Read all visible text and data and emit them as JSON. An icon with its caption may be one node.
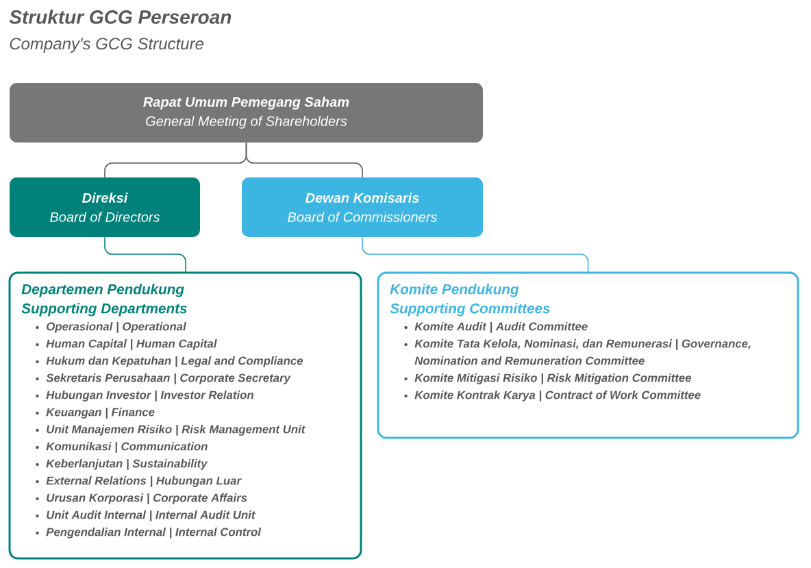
{
  "diagram": {
    "title": "Struktur GCG Perseroan",
    "nodes": [
      {
        "text": [
          "Rapat Umum Pemegang Saham",
          "General Meeting of Shareholders"
        ]
      },
      {
        "text": [
          "Direksi",
          "Board of Directors"
        ]
      },
      {
        "text": [
          "Dewan Komisaris",
          "Board of Commissioners"
        ]
      },
      {
        "text": [
          "Departemen Pendukung",
          "Supporting Departments",
          "**Operasional** | Operational",
          "**Human Capital** | Human Capital",
          "**Hukum dan Kepatuhan** | Legal and Compliance",
          "**Sekretaris Perusahaan** | Corporate Secretary",
          "**Hubungan Investor** | Investor Relation",
          "**Keuangan** | Finance",
          "**Unit Manajemen Risiko** | Risk Management Unit",
          "**Komunikasi** | Communication",
          "**Keberlanjutan** | Sustainability",
          "**External Relations** | Hubungan Luar",
          "**Urusan Korporasi** | Corporate Affairs",
          "**Unit Audit Internal** | Internal Audit Unit",
          "**Pengendalian Internal** | Internal Control"
        ]
      },
      {
        "text": [
          "Komite Pendukung",
          "Supporting Committees",
          "**Komite Audit** | Audit Committee",
          "**Komite Tata Kelola, Nominasi, dan Remunerasi** | Governance, Nomination and Remuneration Committee",
          "**Komite Mitigasi Risiko** | Risk Mitigation Committee",
          "**Komite Kontrak Karya** | Contract of Work Committee"
        ]
      }
    ],
    "edges": [
      {
        "from": 0,
        "to": 1,
        "arrow": "none"
      },
      {
        "from": 0,
        "to": 2,
        "arrow": "none"
      },
      {
        "from": 1,
        "to": 3,
        "arrow": "none",
        "color": "#00827a"
      },
      {
        "from": 2,
        "to": 4,
        "arrow": "none",
        "color": "#3db5e3"
      }
    ],
    "labels": [
      "Company's GCG Structure"
    ]
  }
}
